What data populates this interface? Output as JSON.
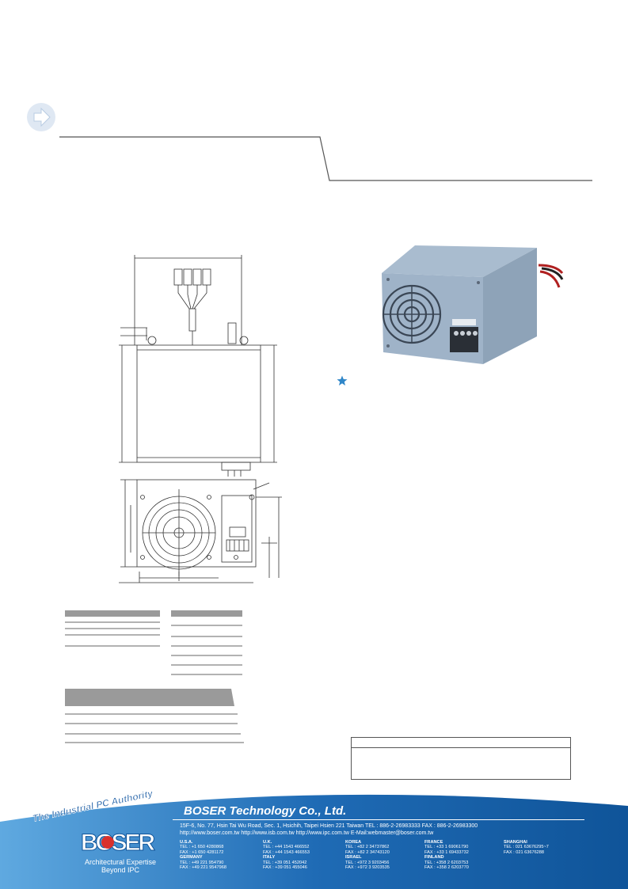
{
  "brand": {
    "tagline": "The Industrial PC Authority",
    "company": "BOSER Technology Co., Ltd.",
    "logo_text": "BOSER",
    "slogan_line1": "Architectural Expertise",
    "slogan_line2": "Beyond IPC",
    "accent_color": "#1e5fa6",
    "footer_color": "#1a5ca0"
  },
  "contact": {
    "address_line": "15F-6, No. 77, Hsin Tai Wu Road, Sec. 1, Hsichih, Taipei Hsien 221 Taiwan TEL : 886-2-26983333 FAX : 886-2-26983300",
    "web_line": "http://www.boser.com.tw  http://www.isb.com.tw  http://www.ipc.com.tw  E-Mail:webmaster@boser.com.tw",
    "offices": [
      {
        "country": "U.S.A.",
        "tel": "TEL : +1 650 4280868",
        "fax": "FAX : +1 650 4281172"
      },
      {
        "country": "U.K.",
        "tel": "TEL : +44 1543 466552",
        "fax": "FAX : +44 1543 466553"
      },
      {
        "country": "KOREA",
        "tel": "TEL : +82 2 34737862",
        "fax": "FAX : +82 2 34743120"
      },
      {
        "country": "FRANCE",
        "tel": "TEL : +33 1 69061790",
        "fax": "FAX : +33 1 69433732"
      },
      {
        "country": "SHANGHAI",
        "tel": "TEL : 021 63676295~7",
        "fax": "FAX : 021 63676288"
      },
      {
        "country": "GERMANY",
        "tel": "TEL : +49 221 954790",
        "fax": "FAX : +49 221 9547968"
      },
      {
        "country": "ITALY",
        "tel": "TEL : +39 051 452042",
        "fax": "FAX : +39 051 455046"
      },
      {
        "country": "ISRAEL",
        "tel": "TEL : +972 3 9203456",
        "fax": "FAX : +972 3 9203535"
      },
      {
        "country": "FINLAND",
        "tel": "TEL : +358 2 6203753",
        "fax": "FAX : +358 2 6203770"
      }
    ]
  },
  "icons": {
    "section_arrow": "arrow-right-circle-icon",
    "bullet": "star-icon"
  }
}
